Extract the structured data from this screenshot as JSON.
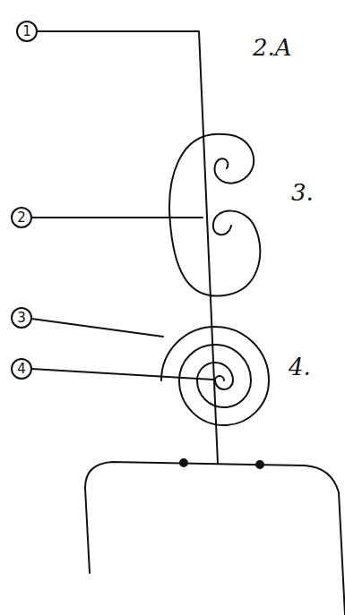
{
  "diagram": {
    "labels": [
      "1",
      "2.A",
      "2",
      "3.",
      "3",
      "4",
      "4."
    ]
  }
}
